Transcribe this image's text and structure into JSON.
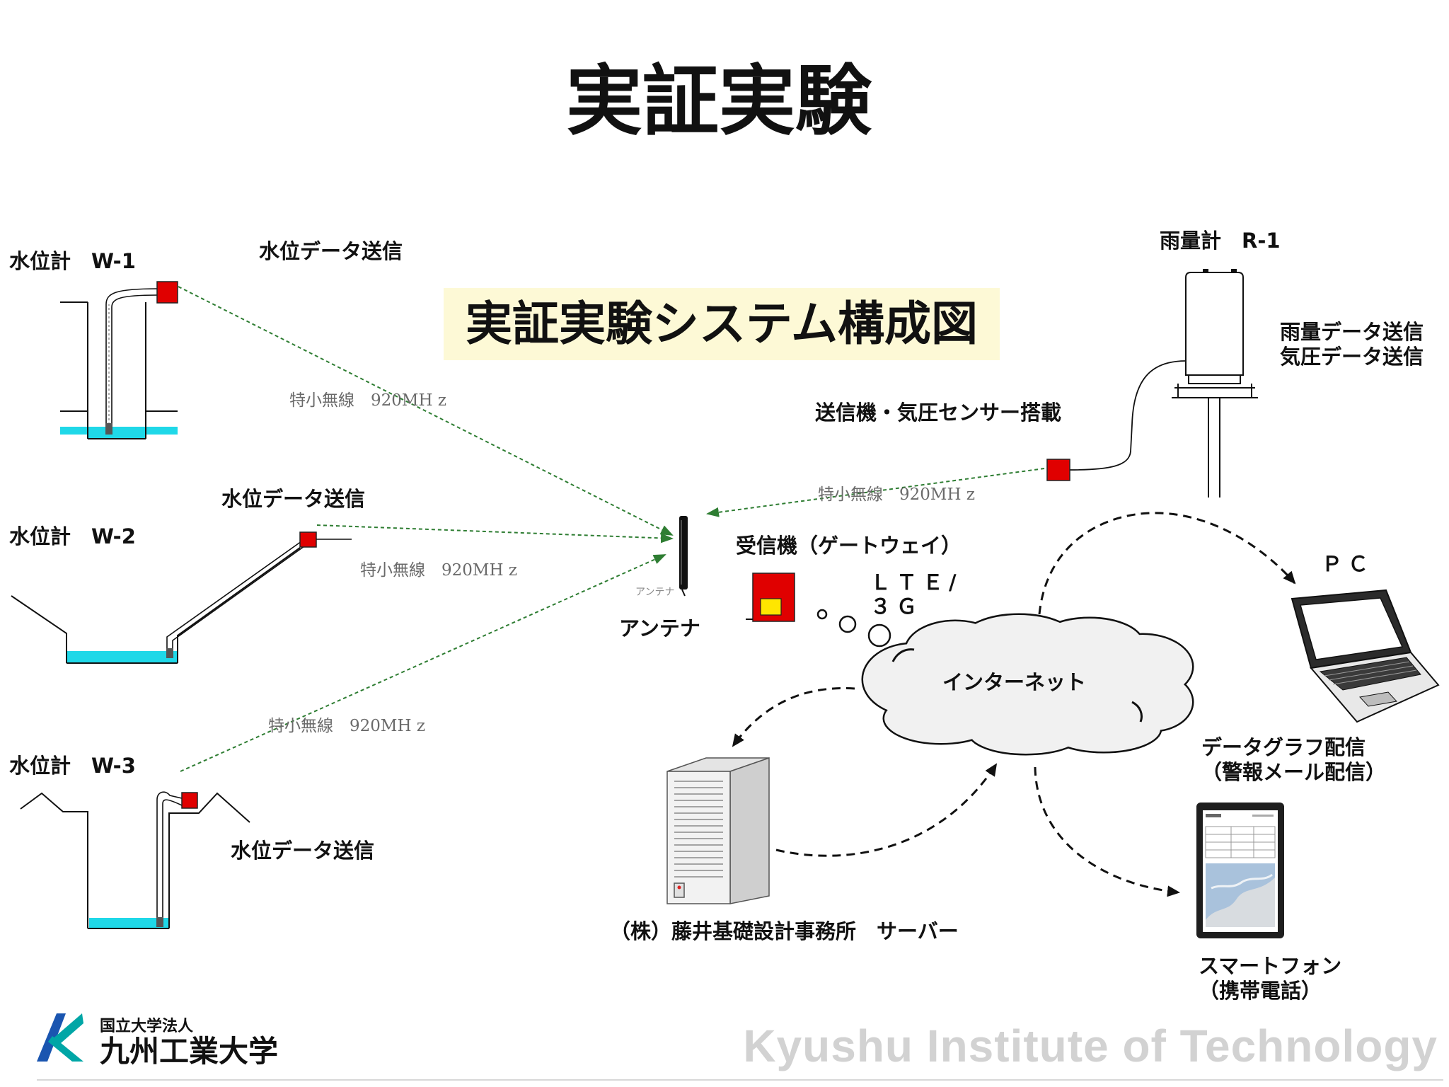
{
  "title": "実証実験",
  "subtitle": "実証実験システム構成図",
  "water_gauges": [
    {
      "label": "水位計　W-1",
      "send_label": "水位データ送信",
      "radio_label": "特小無線　920MH z"
    },
    {
      "label": "水位計　W-2",
      "send_label": "水位データ送信",
      "radio_label": "特小無線　920MH z"
    },
    {
      "label": "水位計　W-3",
      "send_label": "水位データ送信",
      "radio_label": "特小無線　920MH z"
    }
  ],
  "antenna": {
    "small_label": "アンテナ",
    "label": "アンテナ"
  },
  "rain_gauge": {
    "label": "雨量計　R-1",
    "send_lines": [
      "雨量データ送信",
      "気圧データ送信"
    ],
    "transmitter_label": "送信機・気圧センサー搭載",
    "radio_label": "特小無線　920MH z"
  },
  "gateway": {
    "label": "受信機（ゲートウェイ）",
    "network_lines": [
      "ＬＴＥ/",
      "３Ｇ"
    ]
  },
  "internet": {
    "label": "インターネット"
  },
  "pc": {
    "label": "ＰＣ",
    "caption_lines": [
      "データグラフ配信",
      "（警報メール配信）"
    ]
  },
  "smartphone": {
    "caption_lines": [
      "スマートフォン",
      "（携帯電話）"
    ]
  },
  "server": {
    "caption": "（株）藤井基礎設計事務所　サーバー"
  },
  "footer": {
    "org_type": "国立大学法人",
    "org_name": "九州工業大学",
    "english_name": "Kyushu Institute of Technology"
  },
  "colors": {
    "water": "#1fd8e8",
    "transmitter": "#e00000",
    "gateway_inner": "#ffe600",
    "radio_link": "#2e7d32",
    "cloud_fill": "#f1f1f1",
    "subtitle_bg": "#fdf9d6",
    "footer_english": "#d2d2d2",
    "logo_blue": "#1a55b0",
    "logo_teal": "#00a6a6"
  }
}
